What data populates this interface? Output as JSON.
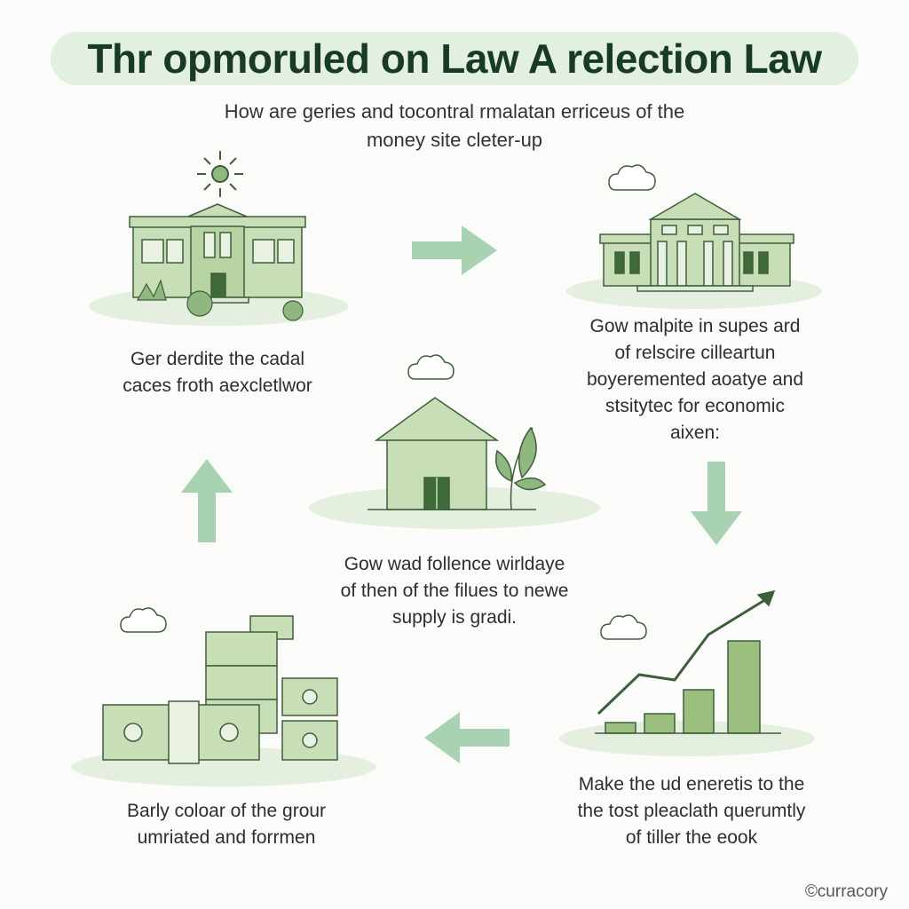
{
  "header": {
    "title": "Thr opmoruled on Law A relection Law",
    "subtitle_line1": "How are geries and tocontral rmalatan erriceus of the",
    "subtitle_line2": "money site cleter-up"
  },
  "steps": [
    {
      "line1": "Ger derdite the cadal",
      "line2": "caces froth aexcletlwor"
    },
    {
      "line1": "Gow malpite in supes ard",
      "line2": "of relscire cilleartun",
      "line3": "boyeremented aoatye and",
      "line4": "stsitytec for economic",
      "line5": "aixen:"
    },
    {
      "line1": "Gow wad follence wirldaye",
      "line2": "of then of the filues to newe",
      "line3": "supply is gradi."
    },
    {
      "line1": "Make the ud eneretis to the",
      "line2": "the tost pleaclath querumtly",
      "line3": "of tiller the eook"
    },
    {
      "line1": "Barly coloar of the grour",
      "line2": "umriated and forrmen"
    }
  ],
  "footer": {
    "watermark": "©curracory"
  },
  "colors": {
    "accent": "#9cc8a6",
    "illustration_fill": "#c7deb6",
    "stroke": "#3f5e3c",
    "title_bg": "#e3efe0"
  },
  "icons": [
    "sun-icon",
    "cloud-icon",
    "arrow-right-icon",
    "arrow-down-icon",
    "arrow-left-icon",
    "arrow-up-icon",
    "plant-icon",
    "money-stack-icon",
    "growth-chart-icon"
  ]
}
